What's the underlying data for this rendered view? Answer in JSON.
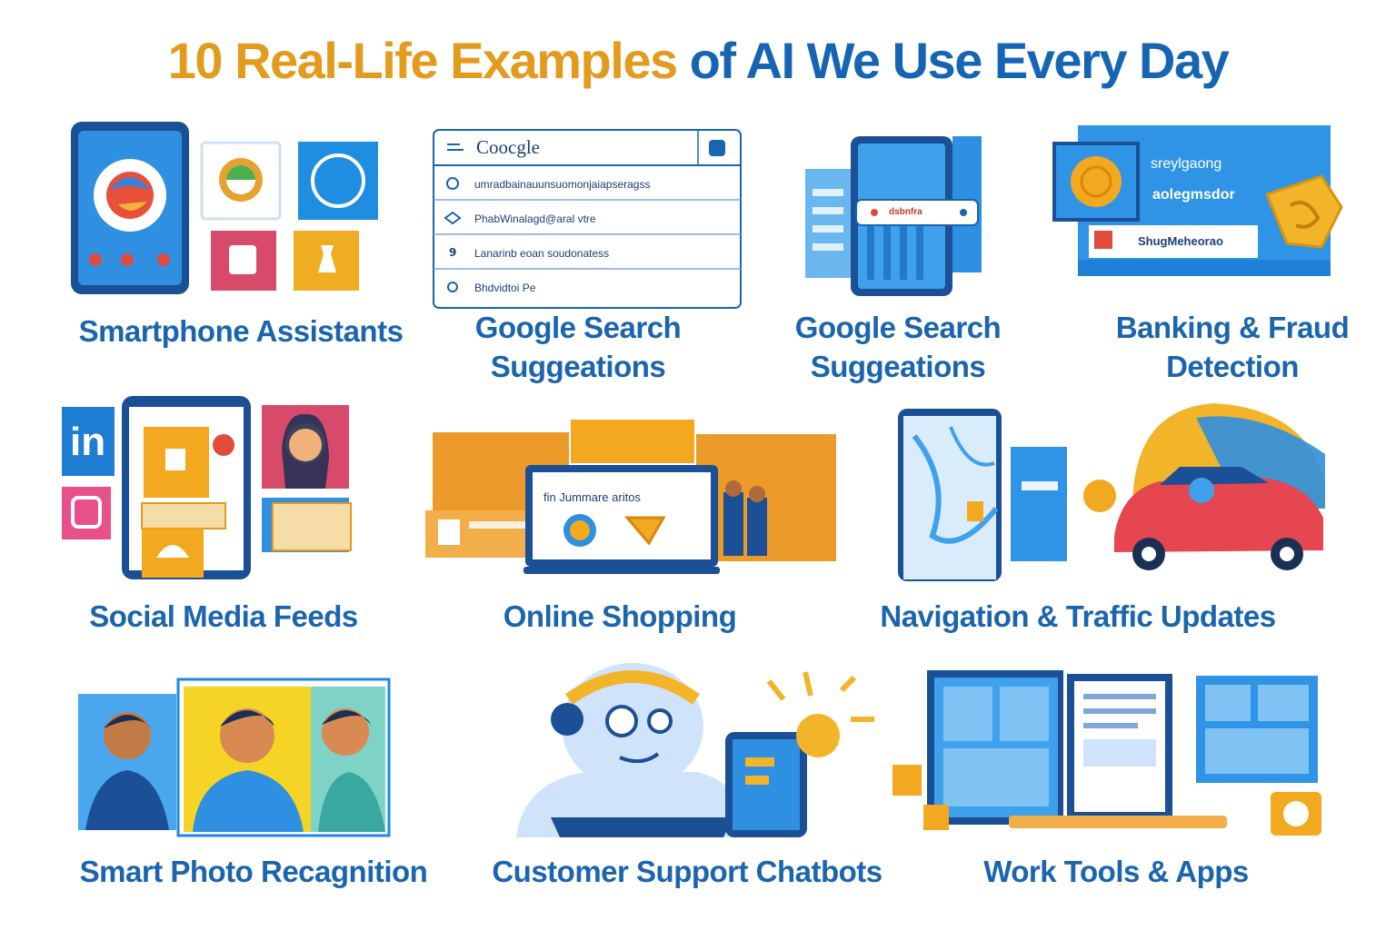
{
  "header": {
    "title_part1": "10 Real-Life Examples",
    "title_part2": "of AI We Use Every Day"
  },
  "tiles": [
    {
      "label": "Smartphone Assistants"
    },
    {
      "label_line1": "Google Search",
      "label_line2": "Suggeations"
    },
    {
      "label_line1": "Google Search",
      "label_line2": "Suggeations"
    },
    {
      "label_line1": "Banking & Fraud",
      "label_line2": "Detection"
    },
    {
      "label": "Social Media Feeds"
    },
    {
      "label": "Online Shopping"
    },
    {
      "label": "Navigation & Traffic Updates"
    },
    {
      "label": "Smart Photo Recagnition"
    },
    {
      "label": "Customer Support Chatbots"
    },
    {
      "label": "Work Tools & Apps"
    }
  ],
  "search_mock": {
    "logo": "Coocgle",
    "rows": [
      "umradbainauunsuomonjaiapseragss",
      "PhabWinalagd@aral vtre",
      "Lanarinb eoan soudonatess",
      "Bhdvidtoi Pe"
    ]
  },
  "maps_mock": {
    "badge": "dsbnfra"
  },
  "banking_mock": {
    "line1": "sreylgaong",
    "line2": "aolegmsdor",
    "line3": "ShugMeheorao"
  },
  "shopping_mock": {
    "screen_text": "fin Jummare aritos"
  },
  "social_mock": {
    "linkedin": "in"
  },
  "colors": {
    "title_orange": "#e39b1e",
    "title_blue": "#1565b3",
    "label_blue": "#1a65ad",
    "accent_blue": "#1e88e5",
    "accent_yellow": "#f2b52a"
  },
  "icons": [
    "assistant-icon",
    "search-icon",
    "map-pin-icon",
    "shield-icon",
    "linkedin-icon",
    "instagram-icon",
    "shopping-icon",
    "car-icon",
    "robot-icon",
    "document-icon"
  ]
}
